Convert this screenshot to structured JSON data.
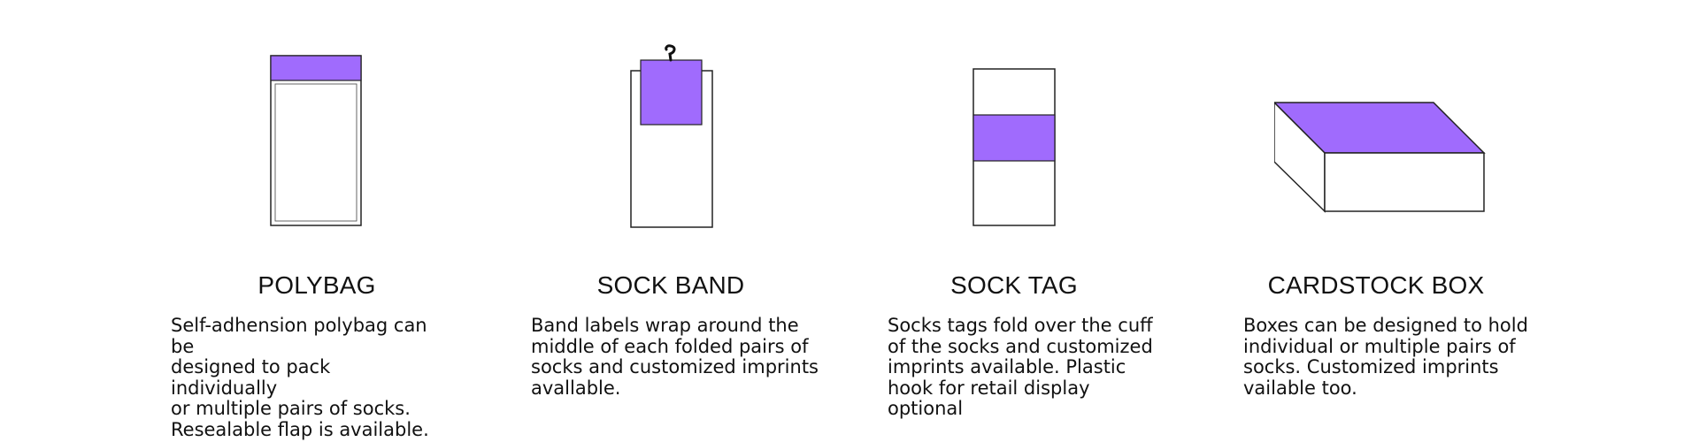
{
  "accent_color": "#a06bfd",
  "stroke_color": "#222222",
  "items": [
    {
      "icon": "polybag-icon",
      "title": "POLYBAG",
      "description": "Self-adhension polybag can be\ndesigned to pack individually\nor multiple pairs of socks.\nResealable flap is available."
    },
    {
      "icon": "sock-band-icon",
      "title": "SOCK BAND",
      "description": "Band labels wrap around the\nmiddle of each folded pairs of\nsocks and customized imprints\navallable."
    },
    {
      "icon": "sock-tag-icon",
      "title": "SOCK TAG",
      "description": "Socks tags fold over the cuff\nof the socks and customized\nimprints available. Plastic\nhook for retail display\noptional"
    },
    {
      "icon": "cardstock-box-icon",
      "title": "CARDSTOCK BOX",
      "description": "Boxes can be designed to hold\nindividual or multiple pairs of\nsocks. Customized imprints\nvailable too."
    }
  ]
}
